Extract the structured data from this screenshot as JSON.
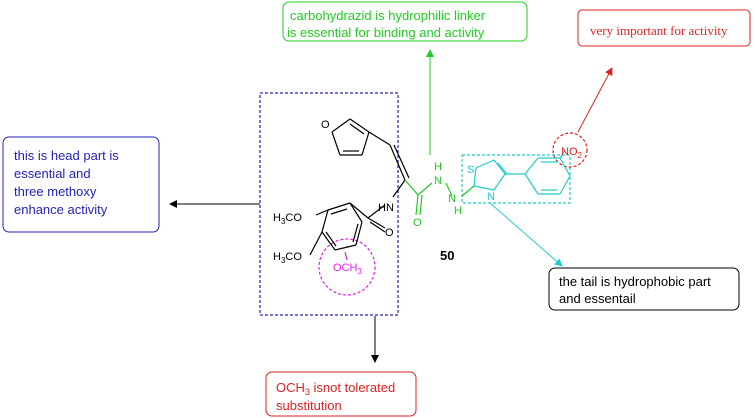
{
  "diagram": {
    "compound_number": "50",
    "notes": {
      "head": "this is head part is\n essential and\nthree methoxy\nenhance activity",
      "linker_line1": "carbohydrazid is hydrophilic linker",
      "linker_line2": "is essential for binding and activity",
      "nitro": "very important for activity",
      "tail_line1": "the tail is hydrophobic part",
      "tail_line2": "and  essentail",
      "och3_line1": "OCH",
      "och3_sub": "3",
      "och3_line1_rest": " isnot tolerated",
      "och3_line2": "substitution"
    },
    "atoms": {
      "h3co_1": "H",
      "h3co_1_sub": "3",
      "h3co_1_rest": "CO",
      "h3co_2": "H",
      "h3co_2_sub": "3",
      "h3co_2_rest": "CO",
      "och3": "OCH",
      "och3_sub": "3",
      "furan_o": "O",
      "amide_o": "O",
      "nh_amide": "HN",
      "hydrazide_o": "O",
      "nh_1": "H",
      "n_1": "N",
      "n_2": "N",
      "nh_2": "H",
      "thiazole_s": "S",
      "thiazole_n": "N",
      "nitro": "NO",
      "nitro_sub": "2"
    },
    "colors": {
      "head_box": "#2222bb",
      "linker": "#22cc22",
      "nitro": "#dd2222",
      "tail": "#22cccc",
      "methoxy": "#dd22dd",
      "black": "#000000"
    }
  }
}
